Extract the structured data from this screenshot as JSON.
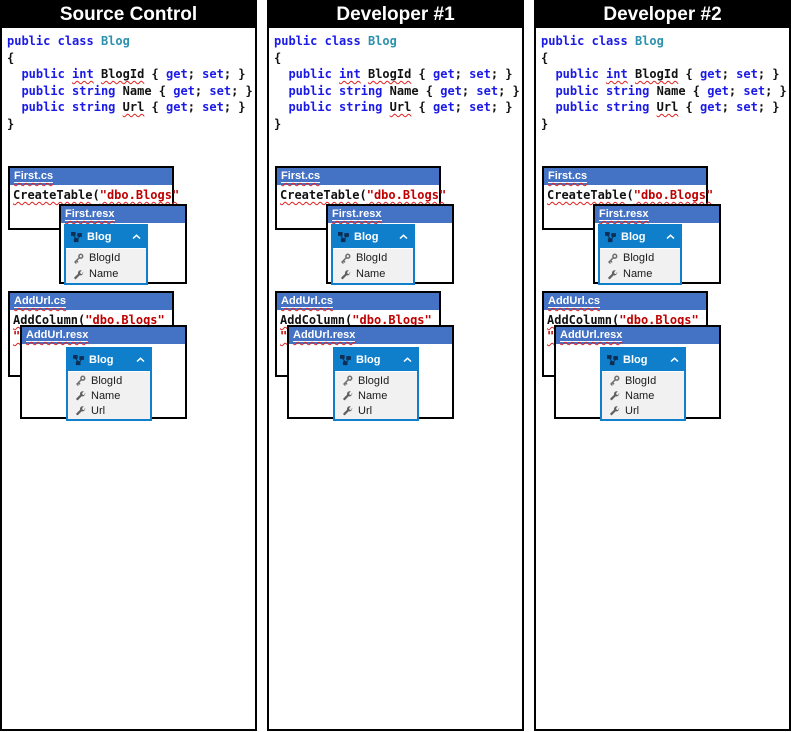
{
  "colors": {
    "panel_header_bg": "#000000",
    "window_titlebar": "#4472C4",
    "table_header": "#0F7FCC",
    "keyword": "#1A1AE8",
    "type_name": "#2B91AF",
    "string_literal": "#C00000",
    "squiggle": "#E02020"
  },
  "columns": [
    {
      "title": "Source Control",
      "code_lines": [
        [
          [
            "k",
            "public"
          ],
          [
            "p",
            " "
          ],
          [
            "k",
            "class"
          ],
          [
            "p",
            " "
          ],
          [
            "t",
            "Blog"
          ]
        ],
        [
          [
            "p",
            "{"
          ]
        ],
        [
          [
            "p",
            "  "
          ],
          [
            "k",
            "public"
          ],
          [
            "p",
            " "
          ],
          [
            "k q",
            "int"
          ],
          [
            "p",
            " "
          ],
          [
            "p q",
            "BlogId"
          ],
          [
            "p",
            " { "
          ],
          [
            "k",
            "get"
          ],
          [
            "p",
            "; "
          ],
          [
            "k",
            "set"
          ],
          [
            "p",
            "; }"
          ]
        ],
        [
          [
            "p",
            "  "
          ],
          [
            "k",
            "public"
          ],
          [
            "p",
            " "
          ],
          [
            "k",
            "string"
          ],
          [
            "p",
            " "
          ],
          [
            "p",
            "Name"
          ],
          [
            "p",
            " { "
          ],
          [
            "k",
            "get"
          ],
          [
            "p",
            "; "
          ],
          [
            "k",
            "set"
          ],
          [
            "p",
            "; }"
          ]
        ],
        [
          [
            "p",
            "  "
          ],
          [
            "k",
            "public"
          ],
          [
            "p",
            " "
          ],
          [
            "k",
            "string"
          ],
          [
            "p",
            " "
          ],
          [
            "p q",
            "Url"
          ],
          [
            "p",
            " { "
          ],
          [
            "k",
            "get"
          ],
          [
            "p",
            "; "
          ],
          [
            "k",
            "set"
          ],
          [
            "p",
            "; }"
          ]
        ],
        [
          [
            "p",
            "}"
          ]
        ]
      ],
      "first_cs": {
        "title": "First.cs",
        "lines": [
          [
            [
              "p q",
              "CreateTable"
            ],
            [
              "p",
              "("
            ],
            [
              "s q",
              "\"dbo.Blogs\""
            ]
          ]
        ]
      },
      "first_resx": {
        "title": "First.resx",
        "table": {
          "name": "Blog",
          "header_icon": "entity-icon",
          "collapse_icon": "chevron-up-icon",
          "rows": [
            {
              "icon": "key-icon",
              "label": "BlogId"
            },
            {
              "icon": "wrench-icon",
              "label": "Name"
            }
          ]
        }
      },
      "addurl_cs": {
        "title": "AddUrl.cs",
        "lines": [
          [
            [
              "p q",
              "AddColumn"
            ],
            [
              "p",
              "("
            ],
            [
              "s q",
              "\"dbo.Blogs\""
            ]
          ],
          [
            [
              "s q",
              "\"Url\""
            ],
            [
              "p",
              ");"
            ]
          ]
        ]
      },
      "addurl_resx": {
        "title": "AddUrl.resx",
        "table": {
          "name": "Blog",
          "header_icon": "entity-icon",
          "collapse_icon": "chevron-up-icon",
          "rows": [
            {
              "icon": "key-icon",
              "label": "BlogId"
            },
            {
              "icon": "wrench-icon",
              "label": "Name"
            },
            {
              "icon": "wrench-icon",
              "label": "Url"
            }
          ]
        }
      }
    },
    {
      "title": "Developer #1",
      "code_lines": [
        [
          [
            "k",
            "public"
          ],
          [
            "p",
            " "
          ],
          [
            "k",
            "class"
          ],
          [
            "p",
            " "
          ],
          [
            "t",
            "Blog"
          ]
        ],
        [
          [
            "p",
            "{"
          ]
        ],
        [
          [
            "p",
            "  "
          ],
          [
            "k",
            "public"
          ],
          [
            "p",
            " "
          ],
          [
            "k q",
            "int"
          ],
          [
            "p",
            " "
          ],
          [
            "p q",
            "BlogId"
          ],
          [
            "p",
            " { "
          ],
          [
            "k",
            "get"
          ],
          [
            "p",
            "; "
          ],
          [
            "k",
            "set"
          ],
          [
            "p",
            "; }"
          ]
        ],
        [
          [
            "p",
            "  "
          ],
          [
            "k",
            "public"
          ],
          [
            "p",
            " "
          ],
          [
            "k",
            "string"
          ],
          [
            "p",
            " "
          ],
          [
            "p",
            "Name"
          ],
          [
            "p",
            " { "
          ],
          [
            "k",
            "get"
          ],
          [
            "p",
            "; "
          ],
          [
            "k",
            "set"
          ],
          [
            "p",
            "; }"
          ]
        ],
        [
          [
            "p",
            "  "
          ],
          [
            "k",
            "public"
          ],
          [
            "p",
            " "
          ],
          [
            "k",
            "string"
          ],
          [
            "p",
            " "
          ],
          [
            "p q",
            "Url"
          ],
          [
            "p",
            " { "
          ],
          [
            "k",
            "get"
          ],
          [
            "p",
            "; "
          ],
          [
            "k",
            "set"
          ],
          [
            "p",
            "; }"
          ]
        ],
        [
          [
            "p",
            "}"
          ]
        ]
      ],
      "first_cs": {
        "title": "First.cs",
        "lines": [
          [
            [
              "p q",
              "CreateTable"
            ],
            [
              "p",
              "("
            ],
            [
              "s q",
              "\"dbo.Blogs\""
            ]
          ]
        ]
      },
      "first_resx": {
        "title": "First.resx",
        "table": {
          "name": "Blog",
          "header_icon": "entity-icon",
          "collapse_icon": "chevron-up-icon",
          "rows": [
            {
              "icon": "key-icon",
              "label": "BlogId"
            },
            {
              "icon": "wrench-icon",
              "label": "Name"
            }
          ]
        }
      },
      "addurl_cs": {
        "title": "AddUrl.cs",
        "lines": [
          [
            [
              "p q",
              "AddColumn"
            ],
            [
              "p",
              "("
            ],
            [
              "s q",
              "\"dbo.Blogs\""
            ]
          ],
          [
            [
              "s q",
              "\"Url\""
            ],
            [
              "p",
              ");"
            ]
          ]
        ]
      },
      "addurl_resx": {
        "title": "AddUrl.resx",
        "table": {
          "name": "Blog",
          "header_icon": "entity-icon",
          "collapse_icon": "chevron-up-icon",
          "rows": [
            {
              "icon": "key-icon",
              "label": "BlogId"
            },
            {
              "icon": "wrench-icon",
              "label": "Name"
            },
            {
              "icon": "wrench-icon",
              "label": "Url"
            }
          ]
        }
      }
    },
    {
      "title": "Developer #2",
      "code_lines": [
        [
          [
            "k",
            "public"
          ],
          [
            "p",
            " "
          ],
          [
            "k",
            "class"
          ],
          [
            "p",
            " "
          ],
          [
            "t",
            "Blog"
          ]
        ],
        [
          [
            "p",
            "{"
          ]
        ],
        [
          [
            "p",
            "  "
          ],
          [
            "k",
            "public"
          ],
          [
            "p",
            " "
          ],
          [
            "k q",
            "int"
          ],
          [
            "p",
            " "
          ],
          [
            "p q",
            "BlogId"
          ],
          [
            "p",
            " { "
          ],
          [
            "k",
            "get"
          ],
          [
            "p",
            "; "
          ],
          [
            "k",
            "set"
          ],
          [
            "p",
            "; }"
          ]
        ],
        [
          [
            "p",
            "  "
          ],
          [
            "k",
            "public"
          ],
          [
            "p",
            " "
          ],
          [
            "k",
            "string"
          ],
          [
            "p",
            " "
          ],
          [
            "p",
            "Name"
          ],
          [
            "p",
            " { "
          ],
          [
            "k",
            "get"
          ],
          [
            "p",
            "; "
          ],
          [
            "k",
            "set"
          ],
          [
            "p",
            "; }"
          ]
        ],
        [
          [
            "p",
            "  "
          ],
          [
            "k",
            "public"
          ],
          [
            "p",
            " "
          ],
          [
            "k",
            "string"
          ],
          [
            "p",
            " "
          ],
          [
            "p q",
            "Url"
          ],
          [
            "p",
            " { "
          ],
          [
            "k",
            "get"
          ],
          [
            "p",
            "; "
          ],
          [
            "k",
            "set"
          ],
          [
            "p",
            "; }"
          ]
        ],
        [
          [
            "p",
            "}"
          ]
        ]
      ],
      "first_cs": {
        "title": "First.cs",
        "lines": [
          [
            [
              "p q",
              "CreateTable"
            ],
            [
              "p",
              "("
            ],
            [
              "s q",
              "\"dbo.Blogs\""
            ]
          ]
        ]
      },
      "first_resx": {
        "title": "First.resx",
        "table": {
          "name": "Blog",
          "header_icon": "entity-icon",
          "collapse_icon": "chevron-up-icon",
          "rows": [
            {
              "icon": "key-icon",
              "label": "BlogId"
            },
            {
              "icon": "wrench-icon",
              "label": "Name"
            }
          ]
        }
      },
      "addurl_cs": {
        "title": "AddUrl.cs",
        "lines": [
          [
            [
              "p q",
              "AddColumn"
            ],
            [
              "p",
              "("
            ],
            [
              "s q",
              "\"dbo.Blogs\""
            ]
          ],
          [
            [
              "s q",
              "\"Url\""
            ],
            [
              "p",
              ");"
            ]
          ]
        ]
      },
      "addurl_resx": {
        "title": "AddUrl.resx",
        "table": {
          "name": "Blog",
          "header_icon": "entity-icon",
          "collapse_icon": "chevron-up-icon",
          "rows": [
            {
              "icon": "key-icon",
              "label": "BlogId"
            },
            {
              "icon": "wrench-icon",
              "label": "Name"
            },
            {
              "icon": "wrench-icon",
              "label": "Url"
            }
          ]
        }
      }
    }
  ]
}
